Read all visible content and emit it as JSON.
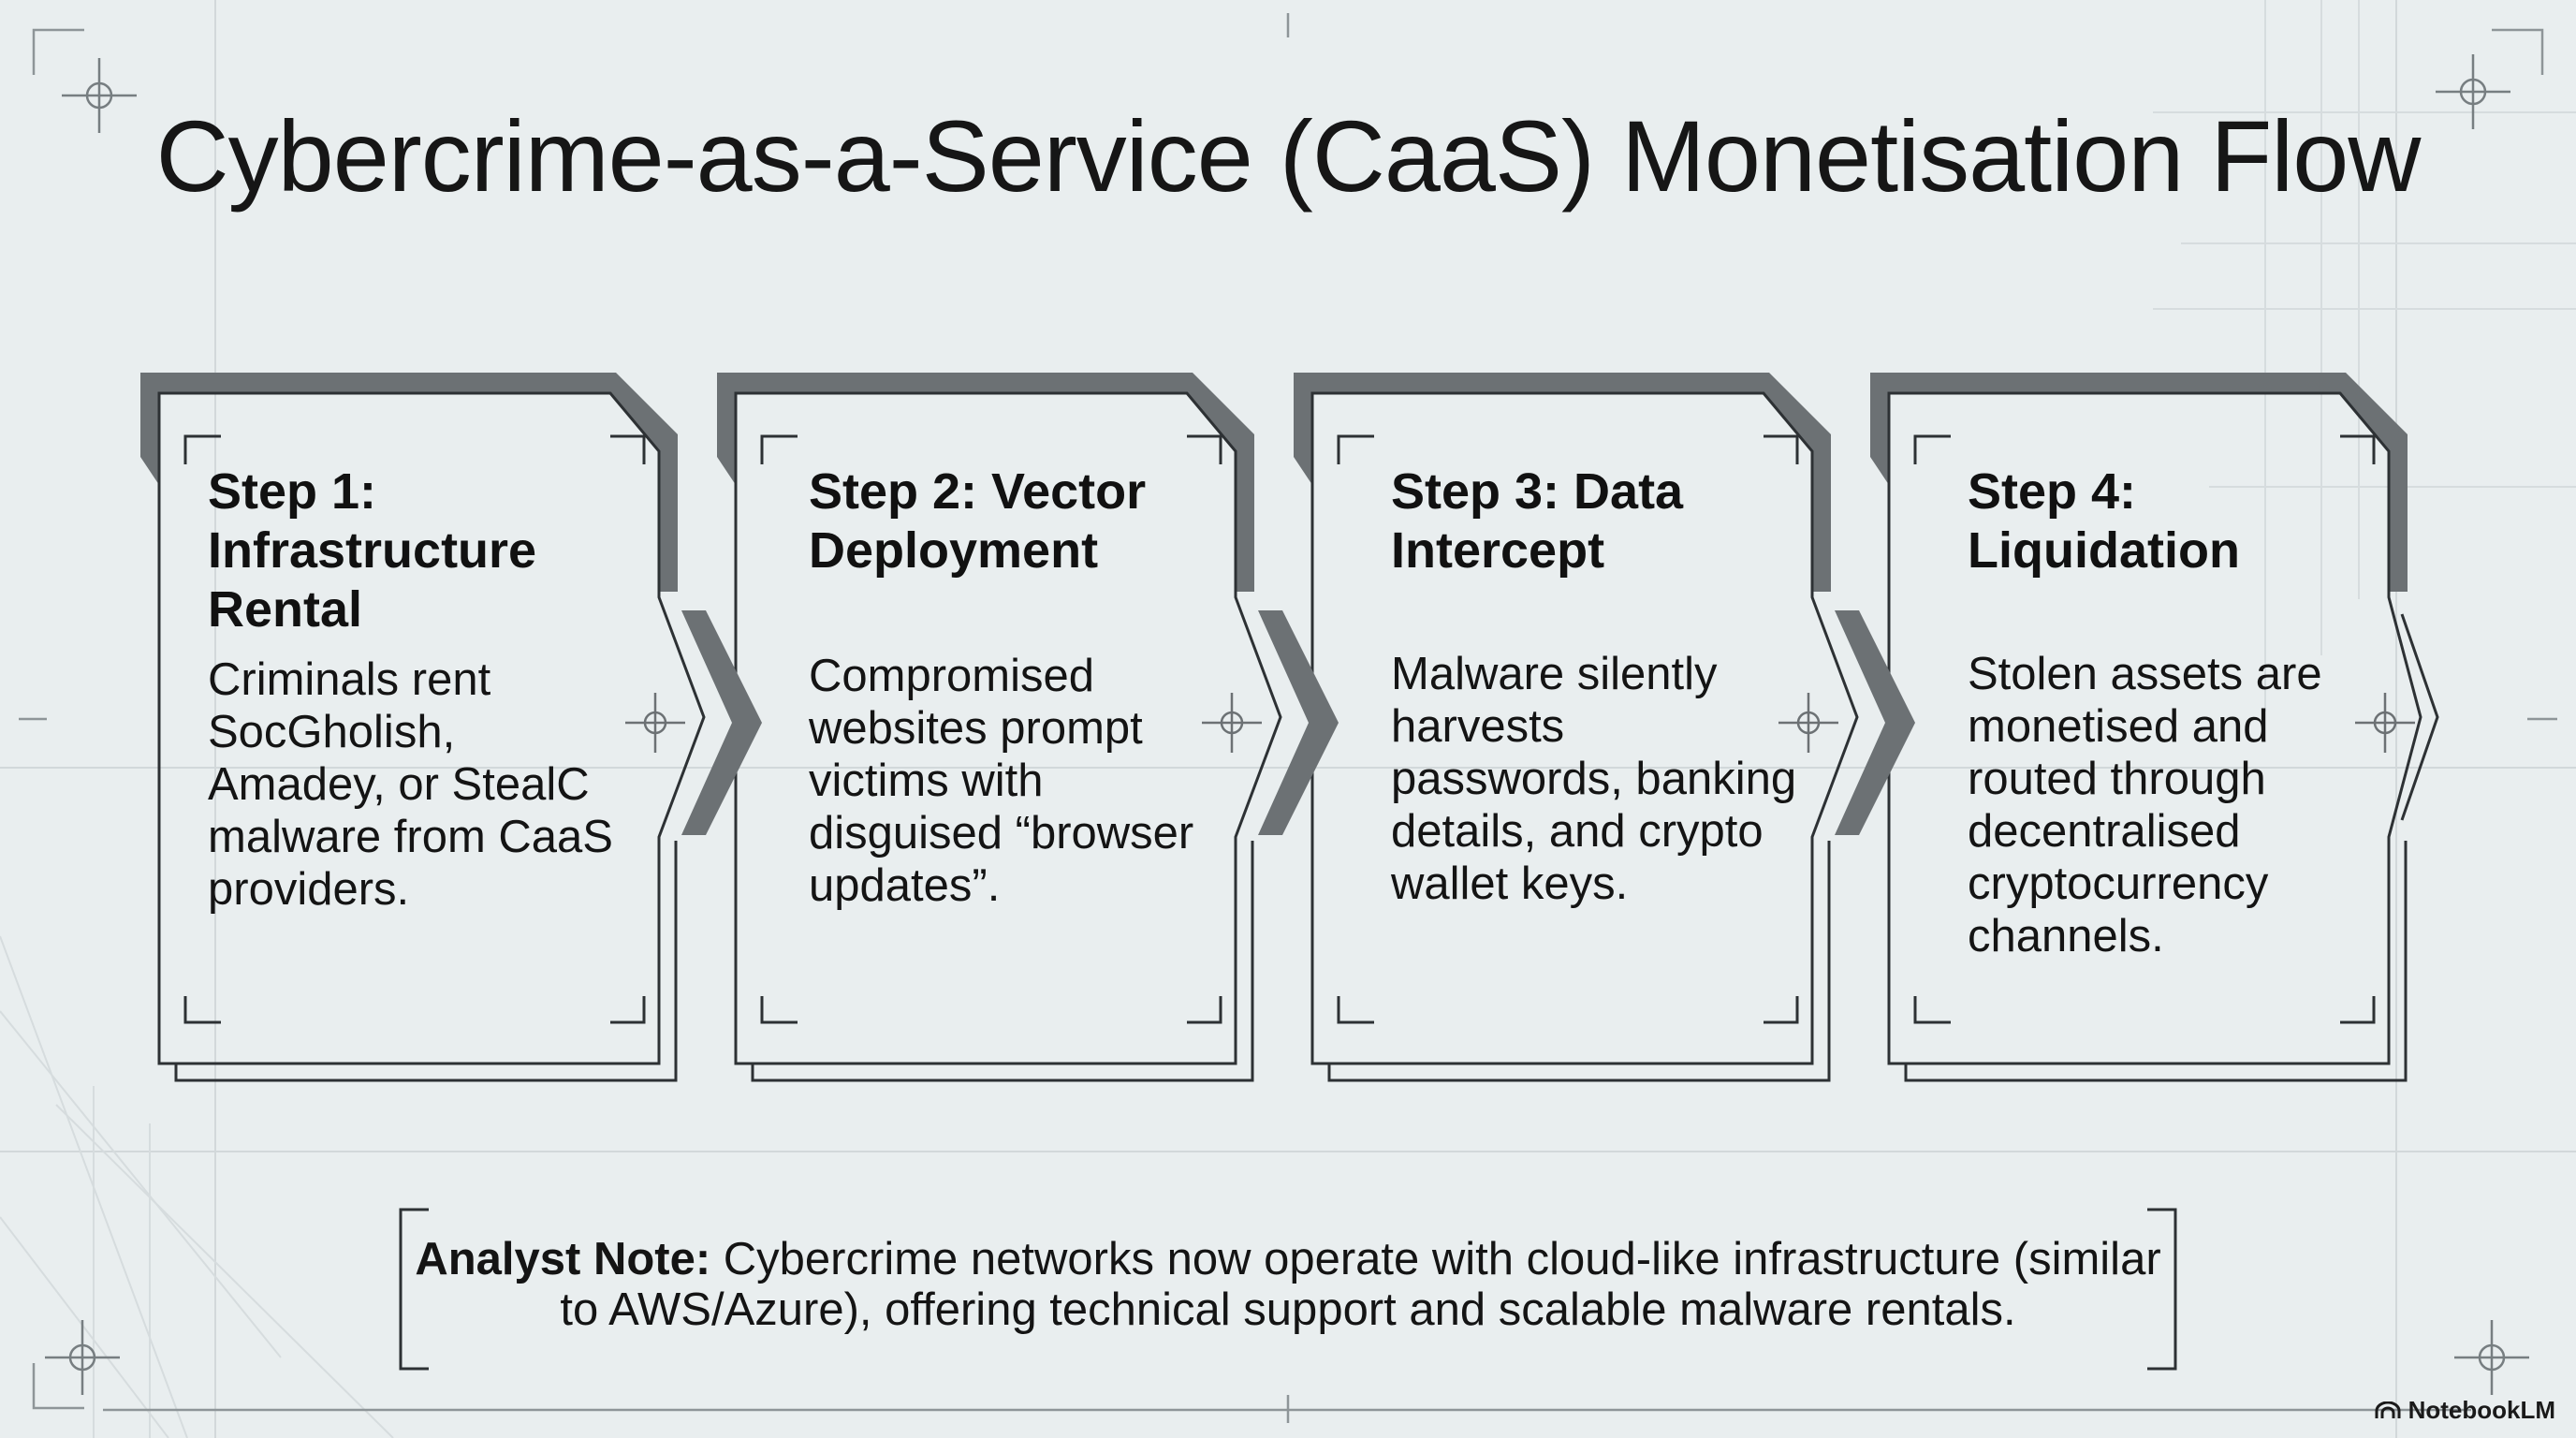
{
  "title": "Cybercrime-as-a-Service (CaaS) Monetisation Flow",
  "steps": [
    {
      "title": "Step 1: Infrastructure Rental",
      "description": "Criminals rent SocGholish, Amadey, or StealC malware from CaaS providers."
    },
    {
      "title": "Step 2: Vector Deployment",
      "description": "Compromised websites prompt victims with disguised “browser updates”."
    },
    {
      "title": "Step 3: Data Intercept",
      "description": "Malware silently harvests passwords, banking details, and crypto wallet keys."
    },
    {
      "title": "Step 4: Liquidation",
      "description": "Stolen assets are monetised and routed through decentralised cryptocurrency channels."
    }
  ],
  "note": {
    "label": "Analyst Note:",
    "text": "Cybercrime networks now operate with cloud-like infrastructure (similar to AWS/Azure), offering technical support and scalable malware rentals."
  },
  "brand": "NotebookLM",
  "icons": {
    "crosshair": "crosshair-icon",
    "chevron": "chevron-right-icon",
    "brand": "notebooklm-logo-icon"
  },
  "colors": {
    "background": "#e9eeef",
    "frame_dark": "#6c7174",
    "frame_line": "#2d3134",
    "grid": "#c9d0d3"
  }
}
